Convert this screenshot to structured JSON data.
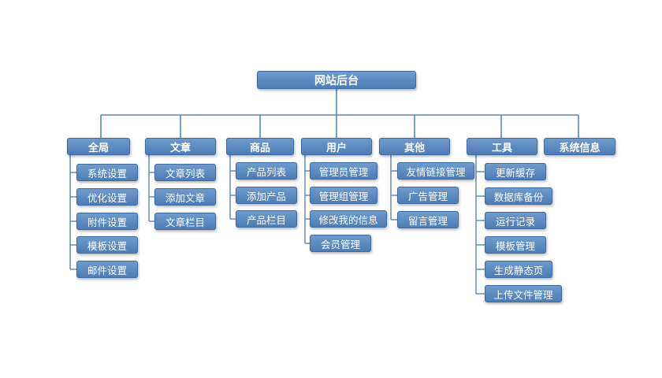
{
  "root": "网站后台",
  "categories": [
    {
      "label": "全局",
      "items": [
        "系统设置",
        "优化设置",
        "附件设置",
        "模板设置",
        "邮件设置"
      ]
    },
    {
      "label": "文章",
      "items": [
        "文章列表",
        "添加文章",
        "文章栏目"
      ]
    },
    {
      "label": "商品",
      "items": [
        "产品列表",
        "添加产品",
        "产品栏目"
      ]
    },
    {
      "label": "用户",
      "items": [
        "管理员管理",
        "管理组管理",
        "修改我的信息",
        "会员管理"
      ]
    },
    {
      "label": "其他",
      "items": [
        "友情链接管理",
        "广告管理",
        "留言管理"
      ]
    },
    {
      "label": "工具",
      "items": [
        "更新缓存",
        "数据库备份",
        "运行记录",
        "模板管理",
        "生成静态页",
        "上传文件管理"
      ]
    },
    {
      "label": "系统信息",
      "items": []
    }
  ],
  "colors": {
    "box_fill": "#5a87bf",
    "box_border": "#3d6aa0",
    "connector": "#5b86bb",
    "text": "#ffffff"
  }
}
